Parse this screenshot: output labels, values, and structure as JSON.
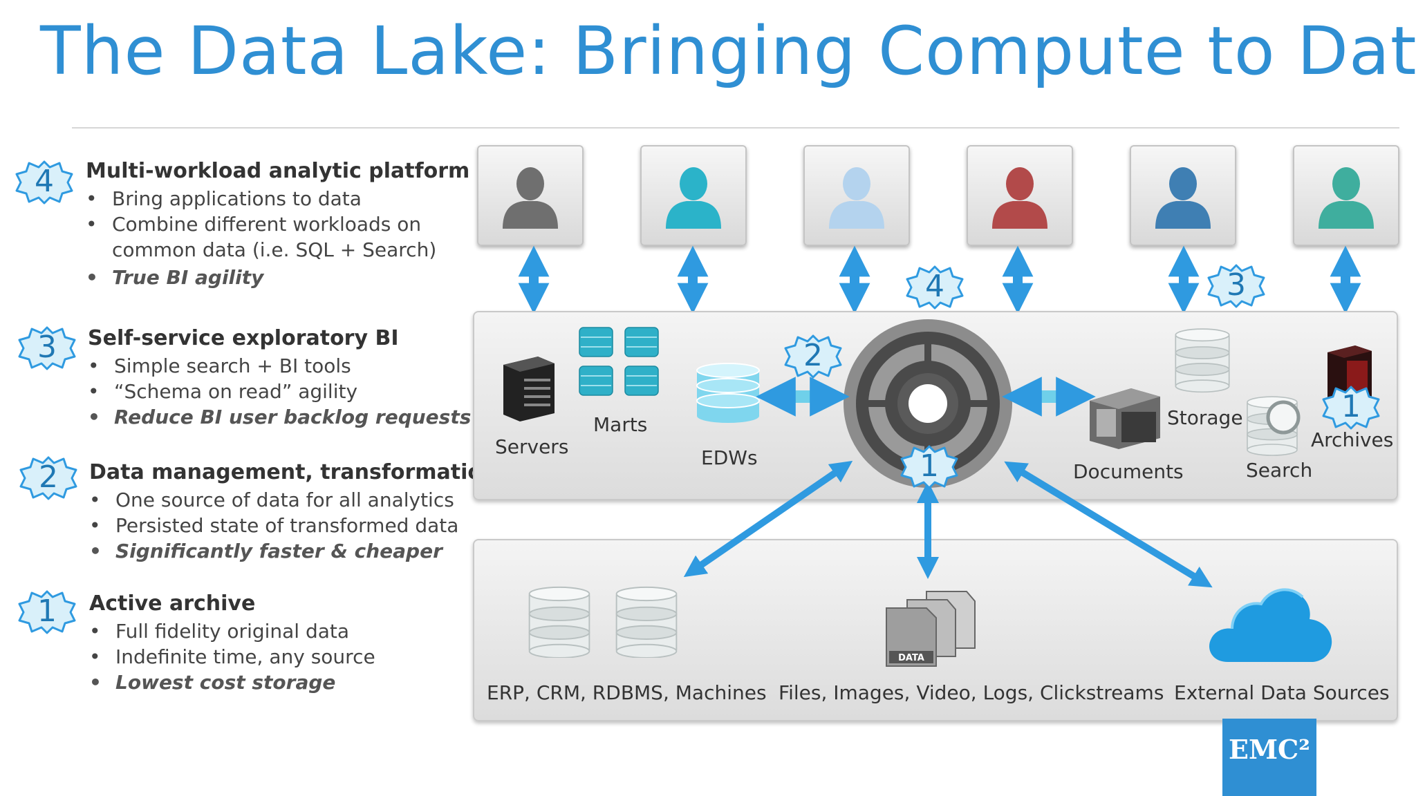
{
  "title": "The Data Lake: Bringing Compute to Data",
  "sections": [
    {
      "number": "4",
      "heading": "Multi-workload analytic platform",
      "bullets": [
        "Bring applications to data",
        "Combine different workloads on",
        "common data (i.e. SQL + Search)",
        "True BI agility"
      ]
    },
    {
      "number": "3",
      "heading": "Self-service exploratory BI",
      "bullets": [
        "Simple search + BI tools",
        "“Schema on read” agility",
        "Reduce BI user backlog requests"
      ]
    },
    {
      "number": "2",
      "heading": "Data management, transformations",
      "bullets": [
        "One source of data for all analytics",
        "Persisted state of transformed data",
        "Significantly faster & cheaper"
      ]
    },
    {
      "number": "1",
      "heading": "Active archive",
      "bullets": [
        "Full fidelity original data",
        "Indefinite time, any source",
        "Lowest cost storage"
      ]
    }
  ],
  "bullet_char": "•",
  "users": [
    {
      "icon": "user-gray-icon",
      "color": "#6f6f6f"
    },
    {
      "icon": "user-teal-icon",
      "color": "#2bb3c9"
    },
    {
      "icon": "user-lightblue-icon",
      "color": "#b4d3ee"
    },
    {
      "icon": "user-red-icon",
      "color": "#b24a4a"
    },
    {
      "icon": "user-blue-icon",
      "color": "#3f7fb3"
    },
    {
      "icon": "user-green-icon",
      "color": "#3fae9e"
    }
  ],
  "middle_labels": {
    "servers": "Servers",
    "marts": "Marts",
    "edws": "EDWs",
    "documents": "Documents",
    "storage": "Storage",
    "search": "Search",
    "archives": "Archives"
  },
  "bottom_labels": {
    "erp": "ERP, CRM, RDBMS, Machines",
    "files": "Files, Images, Video, Logs, Clickstreams",
    "external": "External Data Sources"
  },
  "badges": {
    "hub_top": "4",
    "edw_link": "2",
    "storage_link": "3",
    "hub_bottom": "1",
    "archives": "1"
  },
  "data_icon_text": "DATA",
  "logo": "EMC²",
  "colors": {
    "accent": "#2f8fd3",
    "arrow": "#2f9ae0",
    "badge_fill": "#d9f0fa",
    "badge_stroke": "#2f9ae0"
  }
}
